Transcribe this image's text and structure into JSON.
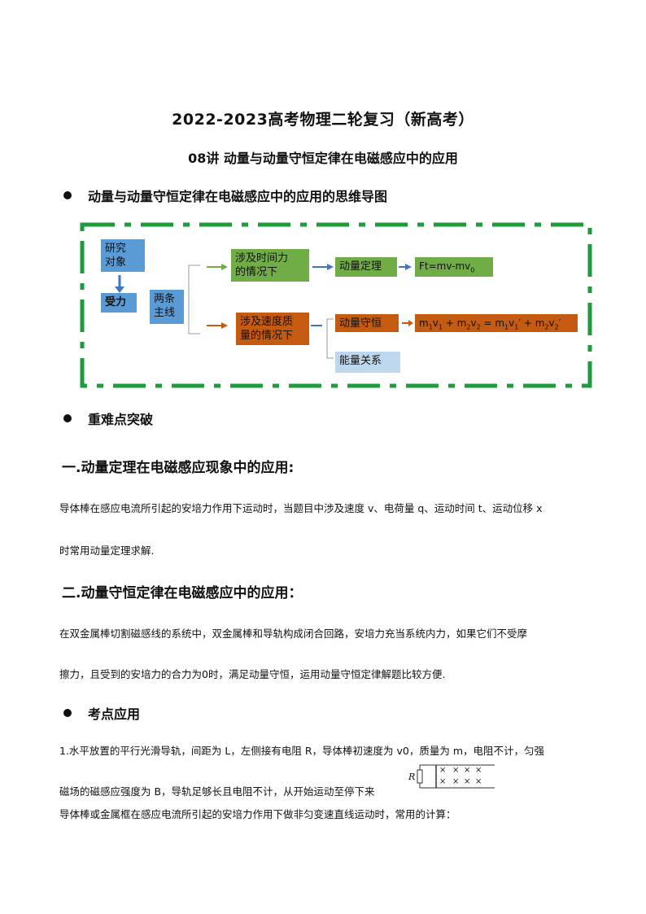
{
  "doc": {
    "title": "2022-2023高考物理二轮复习（新高考）",
    "subtitle": "08讲 动量与动量守恒定律在电磁感应中的应用"
  },
  "mindmap": {
    "heading": "动量与动量守恒定律在电磁感应中的应用的思维导图",
    "research_object": "研究\n对象",
    "force": "受力",
    "two_lines": "两条\n主线",
    "time_force": "涉及时间力\n的情况下",
    "speed_mass": "涉及速度质\n量的情况下",
    "momentum_theorem": "动量定理",
    "momentum_conservation": "动量守恒",
    "energy_relation": "能量关系",
    "formula1": "Ft=mv-mv0",
    "formula2": "m1v1 + m2v2 = m1v1′ + m2v2′",
    "colors": {
      "border": "#1e9b3c",
      "blue": "#5b9bd5",
      "green": "#70ad47",
      "orange": "#c55a11",
      "lightblue": "#bdd7ee"
    }
  },
  "sections": {
    "key_points": "重难点突破",
    "s1_title": "一.动量定理在电磁感应现象中的应用:",
    "s1_line1": "导体棒在感应电流所引起的安培力作用下运动时，当题目中涉及速度 v、电荷量 q、运动时间 t、运动位移 x",
    "s1_line2": "时常用动量定理求解.",
    "s2_title": "二.动量守恒定律在电磁感应中的应用：",
    "s2_line1": "在双金属棒切割磁感线的系统中，双金属棒和导轨构成闭合回路，安培力充当系统内力，如果它们不受摩",
    "s2_line2": "擦力，且受到的安培力的合力为0时，满足动量守恒，运用动量守恒定律解题比较方便.",
    "apply": "考点应用",
    "q1_line1": "1.水平放置的平行光滑导轨，间距为 L，左侧接有电阻 R，导体棒初速度为 v0，质量为 m，电阻不计，匀强",
    "q1_line2": "磁场的磁感应强度为 B，导轨足够长且电阻不计，从开始运动至停下来",
    "q1_line3": "导体棒或金属框在感应电流所引起的安培力作用下做非匀变速直线运动时，常用的计算：",
    "fig_label_R": "R",
    "fig_cross": "×"
  }
}
